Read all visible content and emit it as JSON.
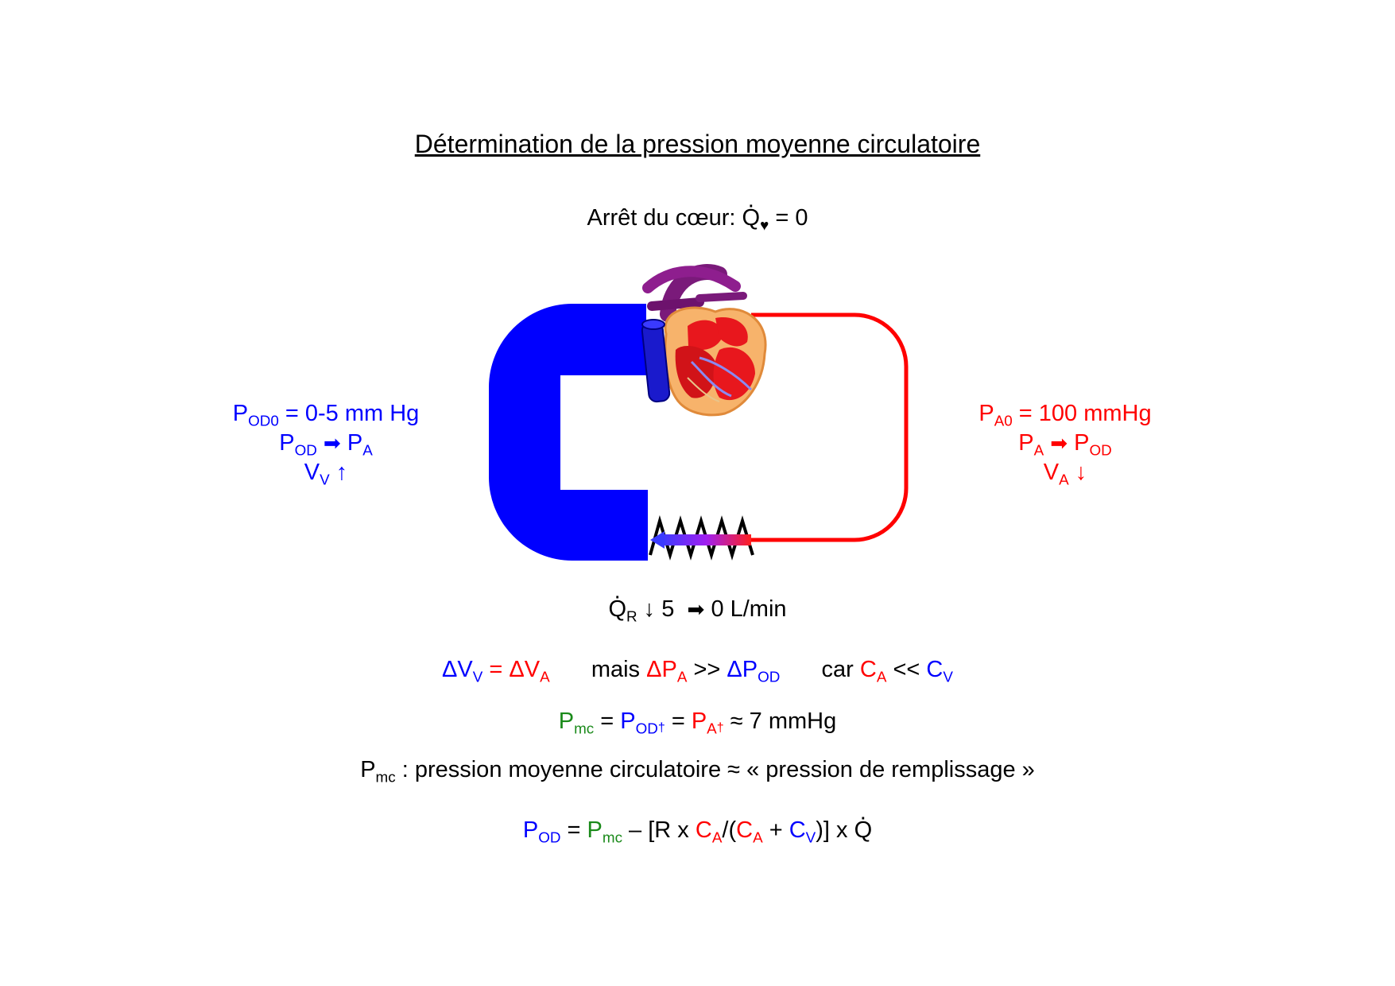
{
  "title": "Détermination de la pression moyenne circulatoire",
  "cardiac_arrest": {
    "label": "Arrêt du cœur:",
    "symbol": "Q",
    "heart_glyph": "♥",
    "equals": "= 0"
  },
  "venous": {
    "line1": {
      "P": "P",
      "sub": "OD0",
      "rest": " = 0-5 mm Hg"
    },
    "line2": {
      "P1": "P",
      "sub1": "OD",
      "arrow": "➡",
      "P2": "P",
      "sub2": "A"
    },
    "line3": {
      "V": "V",
      "sub": "V",
      "arrow": "↑"
    }
  },
  "arterial": {
    "line1": {
      "P": "P",
      "sub": "A0",
      "rest": " = 100 mmHg"
    },
    "line2": {
      "P1": "P",
      "sub1": "A",
      "arrow": "➡",
      "P2": "P",
      "sub2": "OD"
    },
    "line3": {
      "V": "V",
      "sub": "A",
      "arrow": "↓"
    }
  },
  "flow": {
    "Q": "Q",
    "sub": "R",
    "down": "↓",
    "from": "5",
    "arrow": "➡",
    "to": "0 L/min"
  },
  "eq1": {
    "dvv": "ΔV",
    "dvv_sub": "V",
    "eq": " = ",
    "dva": "ΔV",
    "dva_sub": "A",
    "mais": "mais ",
    "dpa": "ΔP",
    "dpa_sub": "A",
    "gt": " >> ",
    "dpod": "ΔP",
    "dpod_sub": "OD",
    "car": "car ",
    "ca": "C",
    "ca_sub": "A",
    "lt": " << ",
    "cv": "C",
    "cv_sub": "V"
  },
  "eq2": {
    "pmc": "P",
    "pmc_sub": "mc",
    "eq1": " = ",
    "pod": "P",
    "pod_sub": "OD",
    "dagger": "†",
    "eq2": " = ",
    "pa": "P",
    "pa_sub": "A",
    "approx": "≈ 7 mmHg"
  },
  "definition": {
    "p": "P",
    "sub": "mc",
    "text": " : pression moyenne circulatoire ≈ « pression de remplissage »"
  },
  "eq3": {
    "pod": "P",
    "pod_sub": "OD",
    "eq": " = ",
    "pmc": "P",
    "pmc_sub": "mc",
    "mid": " – [R x ",
    "ca": "C",
    "ca_sub": "A",
    "slash": "/(",
    "ca2": "C",
    "ca2_sub": "A",
    "plus": " + ",
    "cv": "C",
    "cv_sub": "V",
    "end": ")] x ",
    "q": "Q"
  },
  "colors": {
    "venous": "#0000ff",
    "arterial": "#ff0000",
    "mean": "#1a8a1a"
  }
}
